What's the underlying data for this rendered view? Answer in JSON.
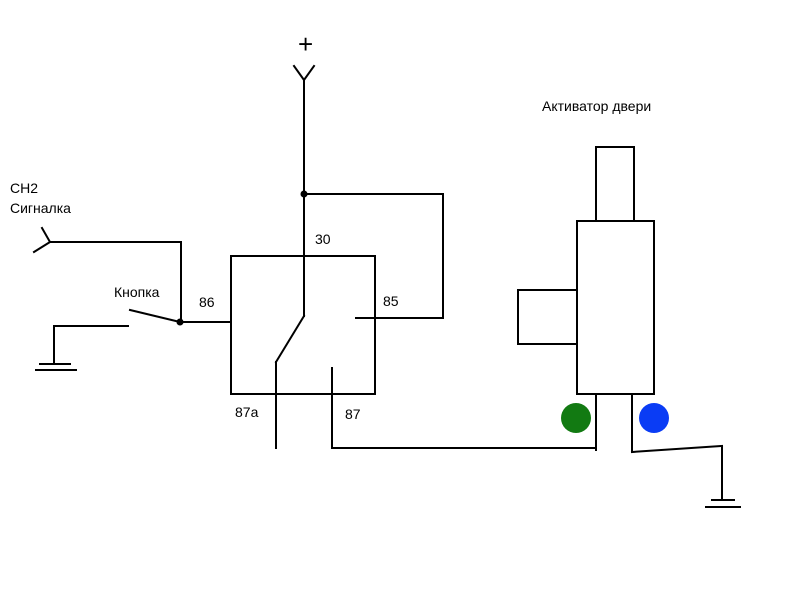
{
  "labels": {
    "plus": "+",
    "ch2_line1": "CH2",
    "ch2_line2": "Сигналка",
    "button": "Кнопка",
    "actuator": "Активатор двери"
  },
  "relay": {
    "pins": {
      "p30": "30",
      "p85": "85",
      "p86": "86",
      "p87": "87",
      "p87a": "87a"
    }
  },
  "colors": {
    "line": "#000000",
    "background": "#ffffff",
    "dot_green": "#127a12",
    "dot_blue": "#0a3cf5"
  }
}
